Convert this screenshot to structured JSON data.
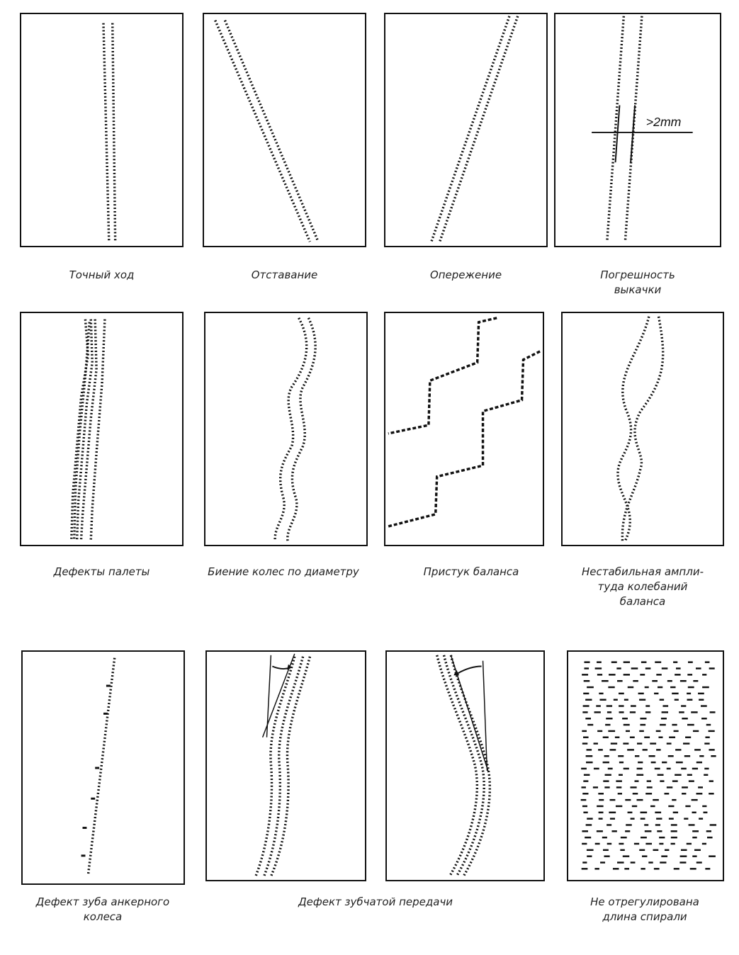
{
  "captions": {
    "accurate": [
      "Точный ход"
    ],
    "lag": [
      "Отставание"
    ],
    "lead": [
      "Опережение"
    ],
    "beat": [
      "Погрешность",
      "выкачки"
    ],
    "pallet": [
      "Дефекты палеты"
    ],
    "runout": [
      "Биение колес по диаметру"
    ],
    "knock": [
      "Пристук баланса"
    ],
    "amplitude": [
      "Нестабильная ампли-",
      "туда колебаний",
      "баланса"
    ],
    "escape_tooth": [
      "Дефект зуба анкерного",
      "колеса"
    ],
    "gear": [
      "Дефект зубчатой передачи"
    ],
    "hairspring": [
      "Не отрегулирована",
      "длина спирали"
    ]
  },
  "annotation": {
    "beat_label": ">2mm"
  },
  "colors": {
    "ink": "#111111",
    "paper": "#ffffff"
  }
}
